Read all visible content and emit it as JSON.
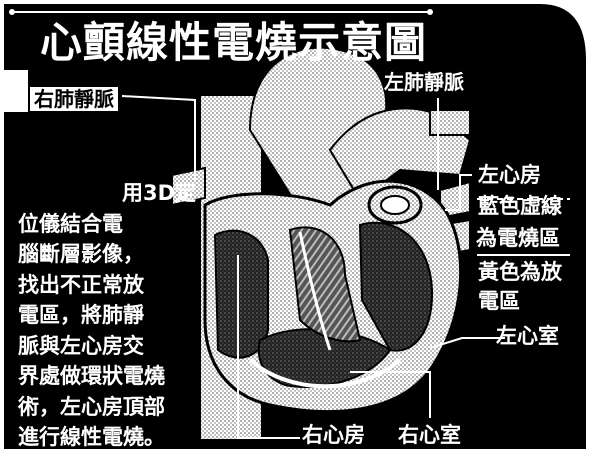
{
  "title": "心顫線性電燒示意圖",
  "labels": {
    "right_pulmonary_vein": "右肺靜脈",
    "left_pulmonary_vein": "左肺靜脈",
    "left_atrium": "左心房",
    "blue_dashed_line_1": "藍色虛線",
    "blue_dashed_line_2": "為電燒區",
    "yellow_discharge_1": "黃色為放",
    "yellow_discharge_2": "電區",
    "left_ventricle": "左心室",
    "right_atrium": "右心房",
    "right_ventricle": "右心室"
  },
  "description_lines": [
    "用3D定",
    "位儀結合電",
    "腦斷層影像，",
    "找出不正常放",
    "電區，將肺靜",
    "脈與左心房交",
    "界處做環狀電燒",
    "術，左心房頂部",
    "進行線性電燒。"
  ],
  "colors": {
    "background": "#000000",
    "text": "#ffffff",
    "heart": "#ffffff"
  }
}
